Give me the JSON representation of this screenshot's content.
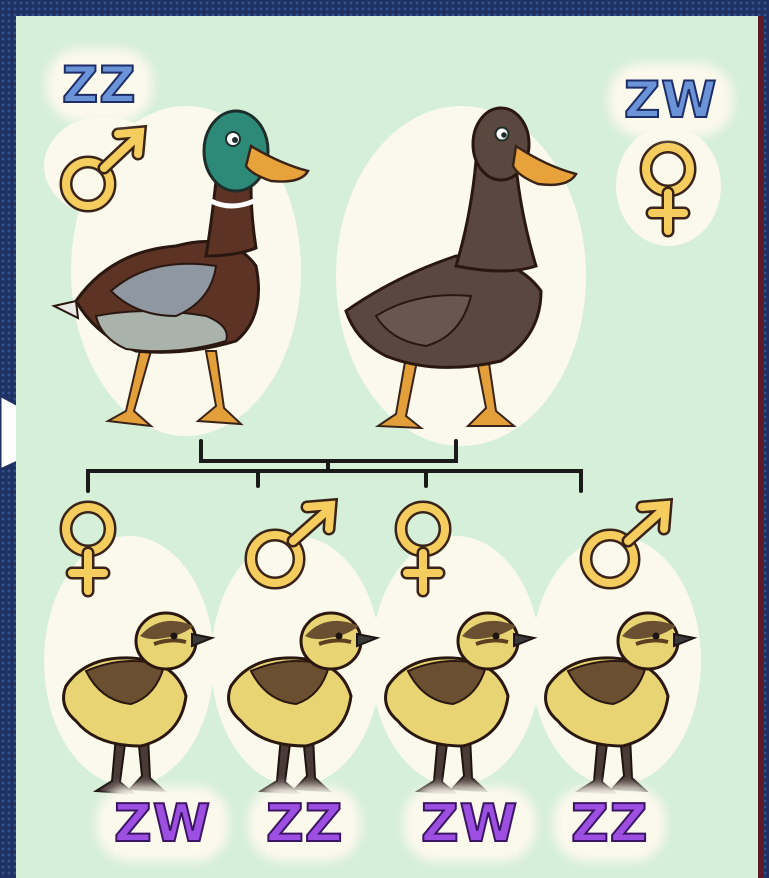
{
  "parents": {
    "father": {
      "genotype": "ZZ",
      "symbol": "male-symbol"
    },
    "mother": {
      "genotype": "ZW",
      "symbol": "female-symbol"
    }
  },
  "offspring": [
    {
      "genotype": "ZW",
      "symbol": "female-symbol"
    },
    {
      "genotype": "ZZ",
      "symbol": "male-symbol"
    },
    {
      "genotype": "ZW",
      "symbol": "female-symbol"
    },
    {
      "genotype": "ZZ",
      "symbol": "male-symbol"
    }
  ],
  "colors": {
    "background": "#d5efd9",
    "symbol": "#f4cd5e",
    "parent_genotype": "#6b93d8",
    "offspring_genotype": "#9c4fe0",
    "outline": "#fbf8ec"
  }
}
